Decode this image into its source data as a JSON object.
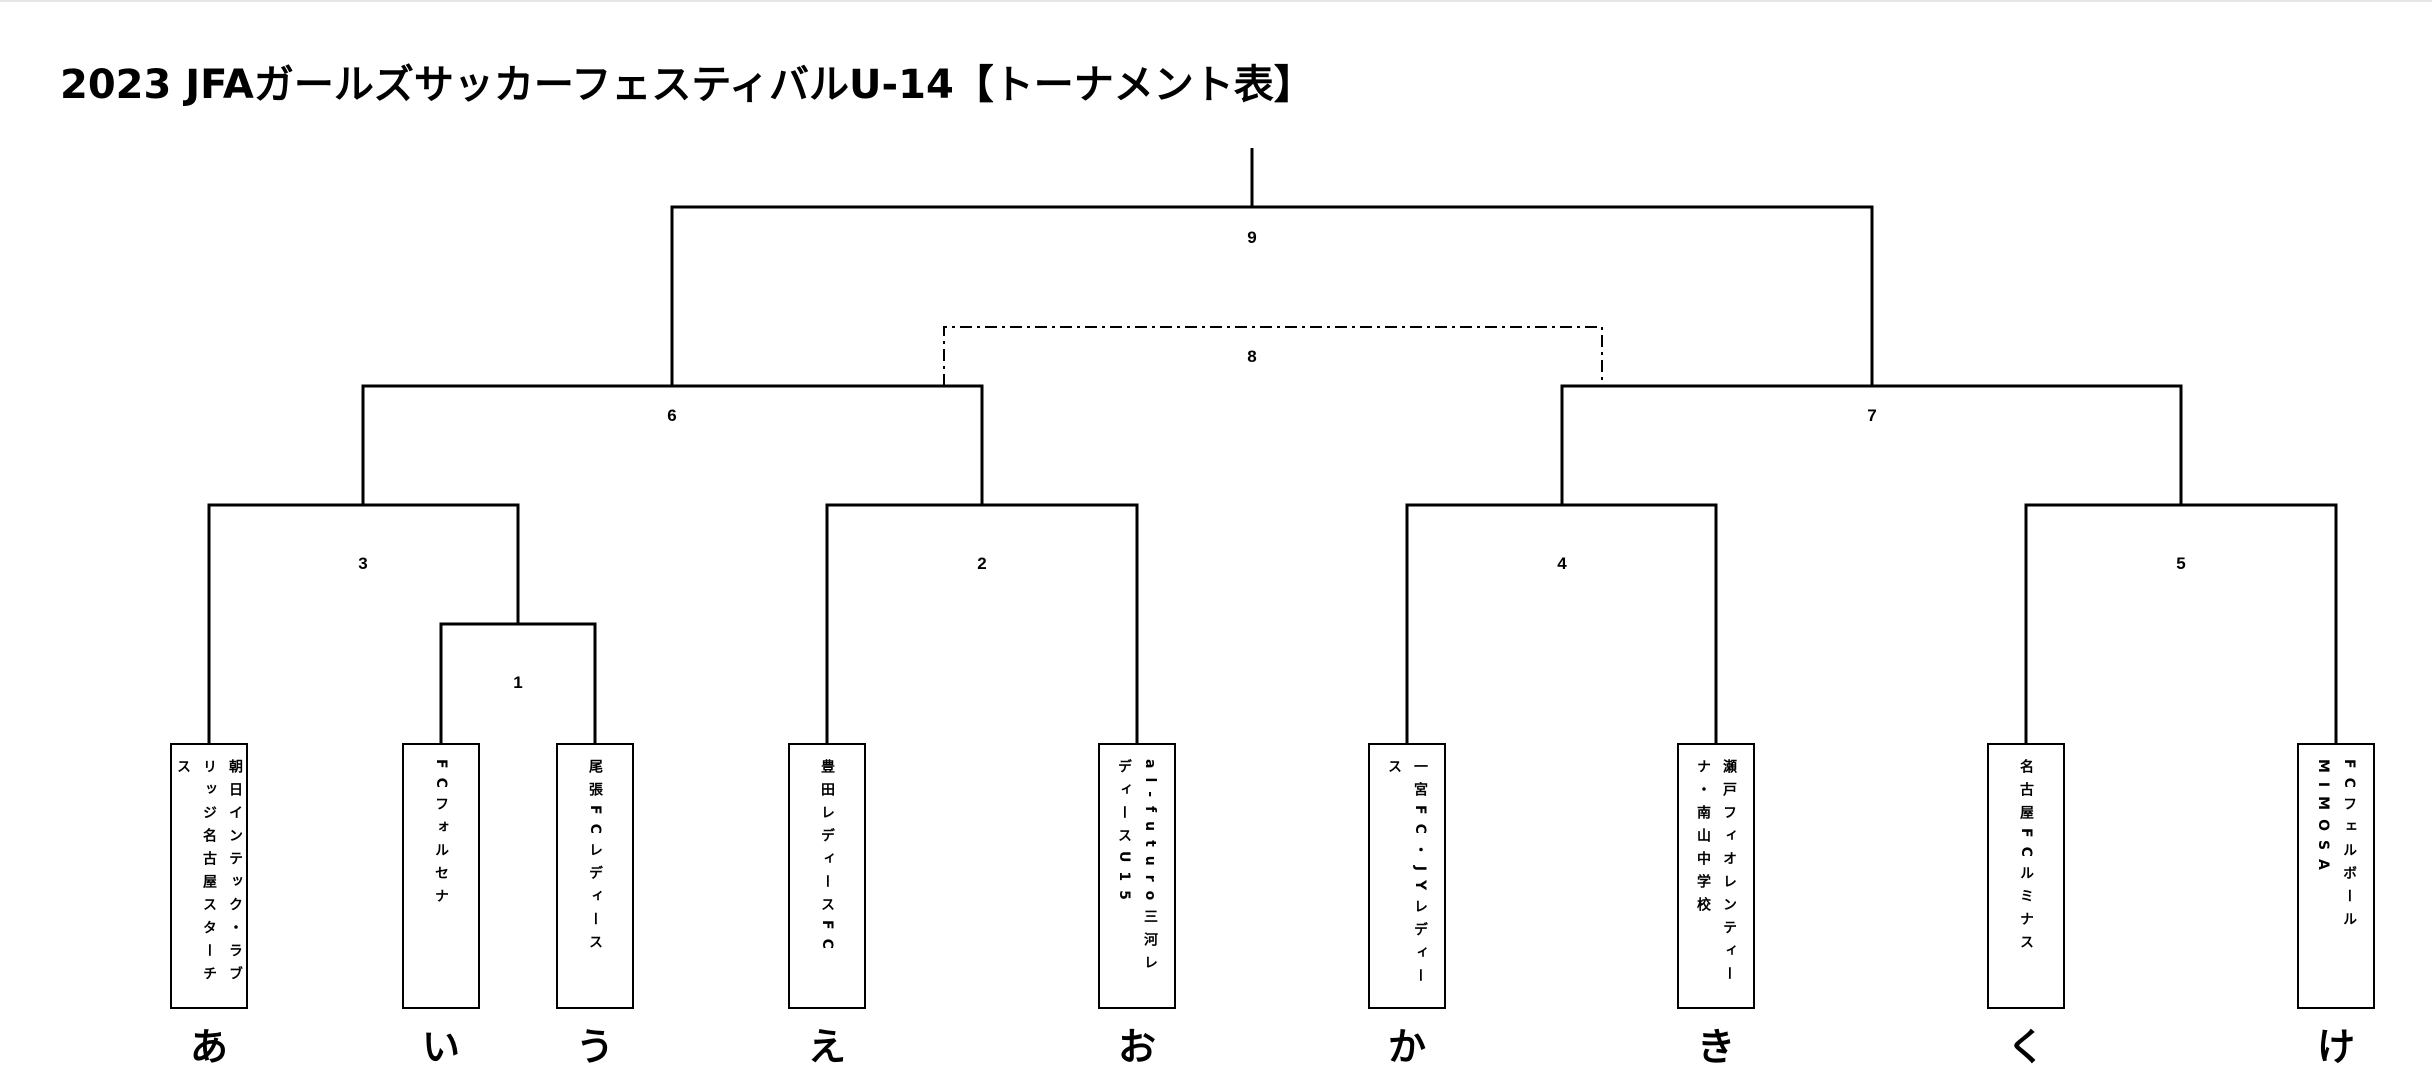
{
  "title": "2023 JFAガールズサッカーフェスティバルU-14【トーナメント表】",
  "matches": [
    {
      "id": "m1",
      "label": "1"
    },
    {
      "id": "m2",
      "label": "2"
    },
    {
      "id": "m3",
      "label": "3"
    },
    {
      "id": "m4",
      "label": "4"
    },
    {
      "id": "m5",
      "label": "5"
    },
    {
      "id": "m6",
      "label": "6"
    },
    {
      "id": "m7",
      "label": "7"
    },
    {
      "id": "m8",
      "label": "8"
    },
    {
      "id": "m9",
      "label": "9"
    }
  ],
  "teams": [
    {
      "slot": "あ",
      "name": "朝日インテック・ラブリッジ名古屋スターチス"
    },
    {
      "slot": "い",
      "name": "FCフォルセナ"
    },
    {
      "slot": "う",
      "name": "尾張FCレディース"
    },
    {
      "slot": "え",
      "name": "豊田レディースFC"
    },
    {
      "slot": "お",
      "name": "al-futuro三河レディースU15"
    },
    {
      "slot": "か",
      "name": "一宮FC・JYレディース"
    },
    {
      "slot": "き",
      "name": "瀬戸フィオレンティーナ・南山中学校"
    },
    {
      "slot": "く",
      "name": "名古屋FCルミナス"
    },
    {
      "slot": "け",
      "name": "FCフェルボールMIMOSA"
    }
  ]
}
